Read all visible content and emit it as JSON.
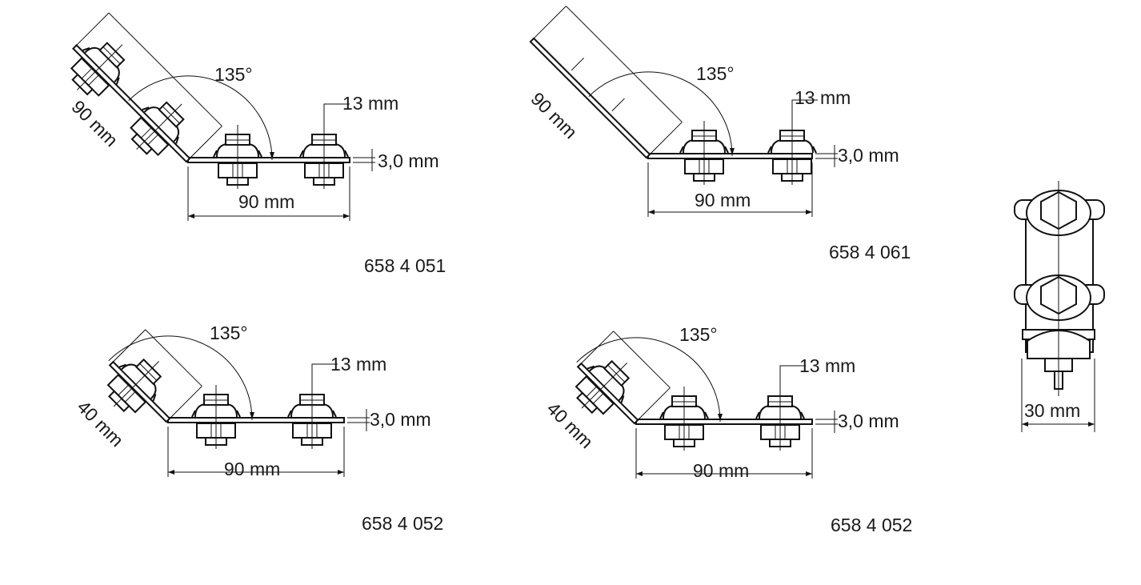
{
  "drawings": [
    {
      "id": "658-4-051",
      "angle": "135°",
      "bolt_size": "13 mm",
      "thickness": "3,0 mm",
      "arm_length": "90 mm",
      "base_length": "90 mm",
      "part_number": "658 4 051",
      "arm_bolts": true
    },
    {
      "id": "658-4-061",
      "angle": "135°",
      "bolt_size": "13 mm",
      "thickness": "3,0 mm",
      "arm_length": "90 mm",
      "base_length": "90 mm",
      "part_number": "658 4 061",
      "arm_bolts": false
    },
    {
      "id": "658-4-052-a",
      "angle": "135°",
      "bolt_size": "13 mm",
      "thickness": "3,0 mm",
      "arm_length": "40 mm",
      "base_length": "90 mm",
      "part_number": "658 4 052",
      "arm_bolts": true
    },
    {
      "id": "658-4-052-b",
      "angle": "135°",
      "bolt_size": "13 mm",
      "thickness": "3,0 mm",
      "arm_length": "40 mm",
      "base_length": "90 mm",
      "part_number": "658 4 052",
      "arm_bolts": true
    }
  ],
  "front_view": {
    "width": "30 mm"
  }
}
